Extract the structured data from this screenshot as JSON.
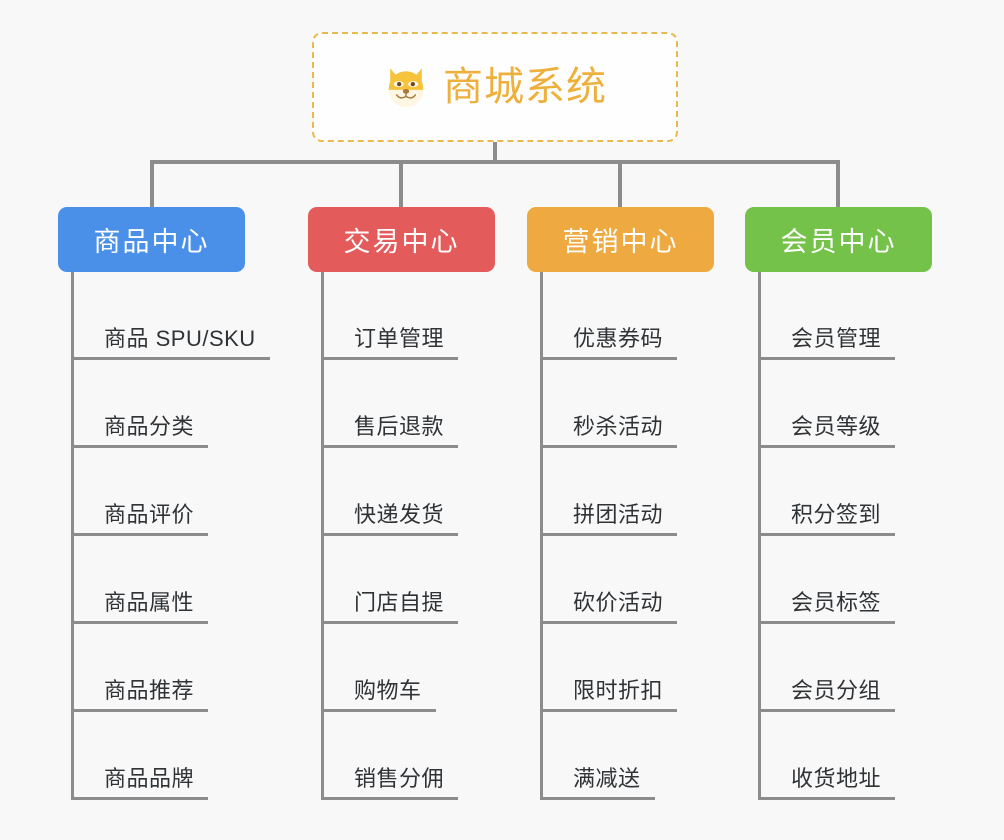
{
  "diagram": {
    "title": "商城系统",
    "root": {
      "label": "商城系统",
      "icon": "shiba-dog-face-icon",
      "text_color": "#eeb03c",
      "border_color": "#eab94e",
      "background": "#fefefe"
    },
    "background_color": "#f8f8f8",
    "connector_color": "#8c8c8c",
    "leaf_text_color": "#2f3336",
    "categories": [
      {
        "label": "商品中心",
        "color": "#4a90e8",
        "items": [
          "商品 SPU/SKU",
          "商品分类",
          "商品评价",
          "商品属性",
          "商品推荐",
          "商品品牌"
        ]
      },
      {
        "label": "交易中心",
        "color": "#e35b5b",
        "items": [
          "订单管理",
          "售后退款",
          "快递发货",
          "门店自提",
          "购物车",
          "销售分佣"
        ]
      },
      {
        "label": "营销中心",
        "color": "#eeaa41",
        "items": [
          "优惠券码",
          "秒杀活动",
          "拼团活动",
          "砍价活动",
          "限时折扣",
          "满减送"
        ]
      },
      {
        "label": "会员中心",
        "color": "#74c24a",
        "items": [
          "会员管理",
          "会员等级",
          "积分签到",
          "会员标签",
          "会员分组",
          "收货地址"
        ]
      }
    ]
  }
}
